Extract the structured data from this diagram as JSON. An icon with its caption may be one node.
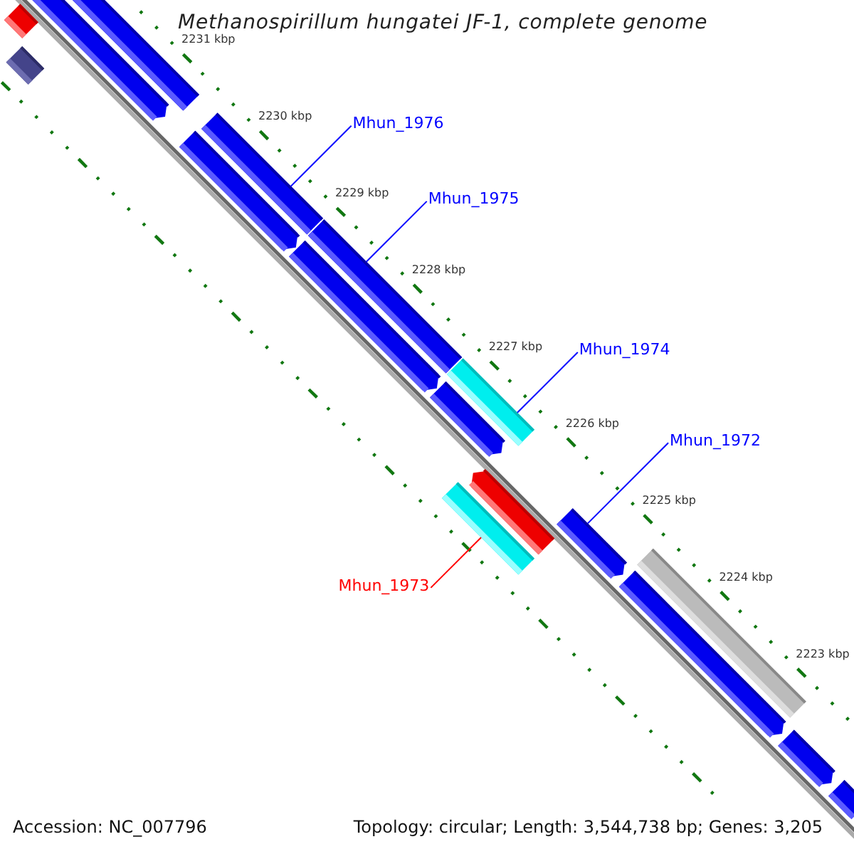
{
  "diagram": {
    "title": "Methanospirillum hungatei JF-1, complete genome",
    "nodes": [
      {
        "text": [],
        "shape": "bar"
      },
      {
        "text": [],
        "shape": "bar"
      },
      {
        "text": [],
        "shape": "bar"
      },
      {
        "text": [],
        "shape": "bar"
      },
      {
        "text": [
          "Mhun_1976"
        ]
      },
      {
        "text": [],
        "shape": "bar"
      },
      {
        "text": [],
        "shape": "bar"
      },
      {
        "text": [
          "Mhun_1975"
        ]
      },
      {
        "text": [],
        "shape": "bar"
      },
      {
        "text": [],
        "shape": "bar"
      },
      {
        "text": [
          "Mhun_1974"
        ]
      },
      {
        "text": [],
        "shape": "bar"
      },
      {
        "text": [],
        "shape": "bar"
      },
      {
        "text": [
          "Mhun_1972"
        ]
      },
      {
        "text": [],
        "shape": "bar"
      },
      {
        "text": [],
        "shape": "bar"
      },
      {
        "text": [],
        "shape": "bar"
      },
      {
        "text": [],
        "shape": "bar"
      },
      {
        "text": [],
        "shape": "bar"
      },
      {
        "text": [
          "Mhun_1973"
        ]
      },
      {
        "text": [],
        "shape": "bar"
      },
      {
        "text": [],
        "shape": "bar"
      }
    ],
    "edges": [
      {
        "from": 4,
        "to": 5,
        "arrow": "none"
      },
      {
        "from": 7,
        "to": 8,
        "arrow": "none"
      },
      {
        "from": 10,
        "to": 11,
        "arrow": "none"
      },
      {
        "from": 13,
        "to": 16,
        "arrow": "none"
      },
      {
        "from": 19,
        "to": 15,
        "arrow": "none",
        "color": "#ff0000"
      }
    ],
    "labels": [
      "2231 kbp",
      "2230 kbp",
      "2229 kbp",
      "2228 kbp",
      "2227 kbp",
      "2226 kbp",
      "2225 kbp",
      "2224 kbp",
      "2223 kbp",
      "Accession: NC_007796",
      "Topology: circular; Length: 3,544,738 bp; Genes: 3,205"
    ]
  }
}
